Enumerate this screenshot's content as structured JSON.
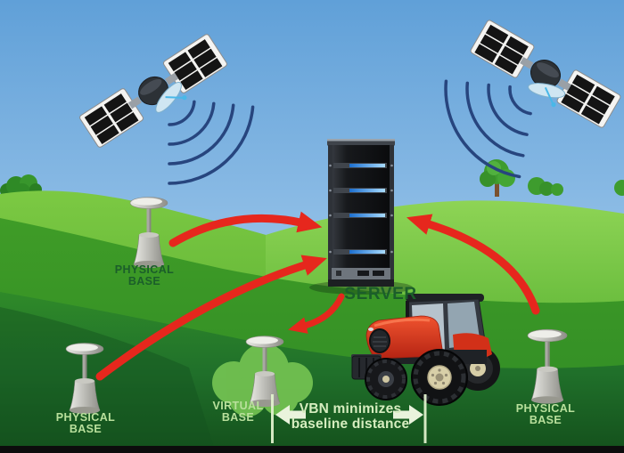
{
  "labels": {
    "server": "SERVER",
    "bases": [
      {
        "id": "physical-base-upper-left",
        "line1": "PHYSICAL",
        "line2": "BASE"
      },
      {
        "id": "physical-base-lower-left",
        "line1": "PHYSICAL",
        "line2": "BASE"
      },
      {
        "id": "virtual-base",
        "line1": "VIRTUAL",
        "line2": "BASE"
      },
      {
        "id": "physical-base-right",
        "line1": "PHYSICAL",
        "line2": "BASE"
      }
    ],
    "callout": {
      "line1": "VBN minimizes",
      "line2": "baseline distance"
    }
  },
  "colors": {
    "label_dark_green": "#1b5e2a",
    "label_light_green": "#b9e09c",
    "callout_text": "#d6edbf",
    "arrow_red": "#e6271d",
    "signal_arc_blue": "#27457e",
    "sky_top": "#60a0d8",
    "grass_light": "#8ed455",
    "grass_dark": "#14501c"
  },
  "icons": {
    "satellite_left": "satellite-icon",
    "satellite_right": "satellite-icon",
    "server_tower": "server-tower-icon",
    "base_antenna": "gnss-base-antenna-icon",
    "tractor": "tractor-icon"
  }
}
